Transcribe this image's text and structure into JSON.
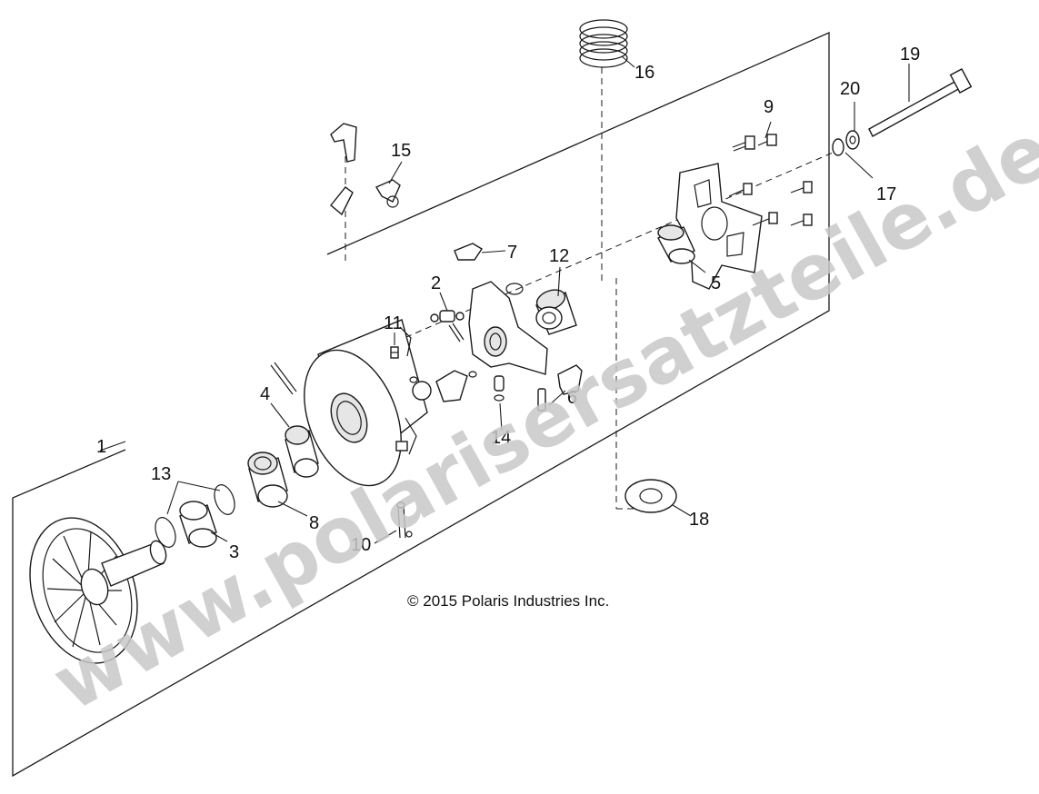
{
  "labels": {
    "p1": "1",
    "p2": "2",
    "p3": "3",
    "p4": "4",
    "p5": "5",
    "p6": "6",
    "p7": "7",
    "p8": "8",
    "p9": "9",
    "p10": "10",
    "p11": "11",
    "p12": "12",
    "p13": "13",
    "p14": "14",
    "p15": "15",
    "p16": "16",
    "p17": "17",
    "p18": "18",
    "p19": "19",
    "p20": "20"
  },
  "copyright": "© 2015 Polaris Industries Inc.",
  "watermark": "www.polarisersatzteile.de"
}
